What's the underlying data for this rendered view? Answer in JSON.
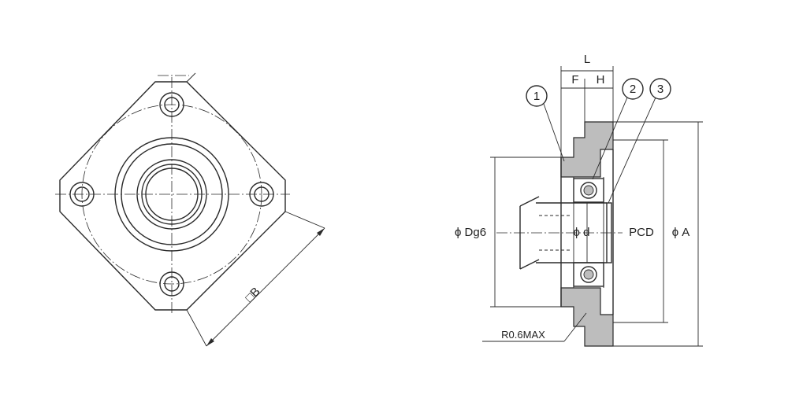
{
  "colors": {
    "line": "#2a2a2a",
    "section_fill": "#bdbdbd",
    "background": "#ffffff"
  },
  "front_view": {
    "square_label": "□B"
  },
  "section_view": {
    "dim_L": "L",
    "dim_F": "F",
    "dim_H": "H",
    "callouts": [
      "1",
      "2",
      "3"
    ],
    "label_Dg6": "ϕ Dg6",
    "label_d": "ϕ d",
    "label_PCD": "PCD",
    "label_A": "ϕ A",
    "label_radius": "R0.6MAX"
  }
}
